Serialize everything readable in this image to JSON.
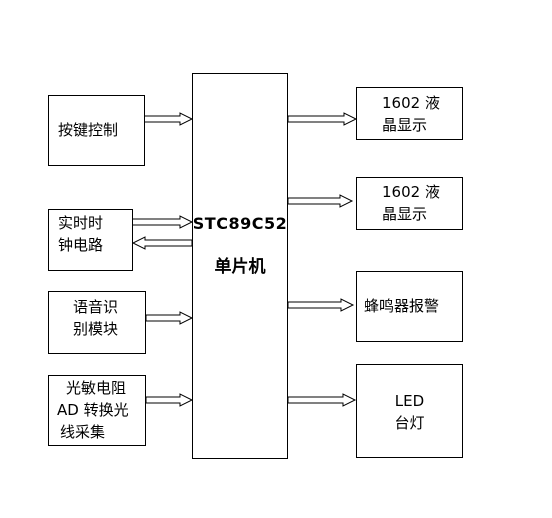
{
  "diagram": {
    "mcu": {
      "line1": "STC89C52",
      "line2": "单片机"
    },
    "inputs": [
      {
        "id": "key",
        "lines": [
          "按键控制"
        ]
      },
      {
        "id": "rtc",
        "lines": [
          "实时时",
          "钟电路"
        ]
      },
      {
        "id": "voice",
        "lines": [
          "语音识",
          "别模块"
        ]
      },
      {
        "id": "light",
        "lines": [
          "光敏电阻",
          "AD 转换光",
          "线采集"
        ]
      }
    ],
    "outputs": [
      {
        "id": "lcd1",
        "lines": [
          "1602 液",
          "晶显示"
        ]
      },
      {
        "id": "lcd2",
        "lines": [
          "1602 液",
          "晶显示"
        ]
      },
      {
        "id": "buzzer",
        "lines": [
          "蜂鸣器报警"
        ]
      },
      {
        "id": "led",
        "lines": [
          "LED",
          "台灯"
        ]
      }
    ]
  }
}
